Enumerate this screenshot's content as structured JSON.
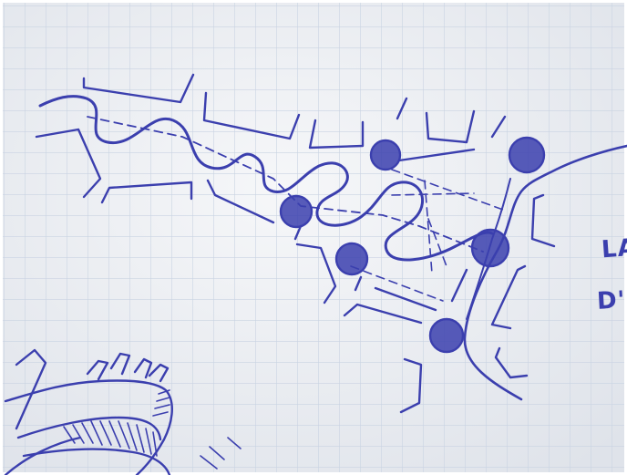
{
  "photo": {
    "subject": "hand-drawn-urban-sketch",
    "paper": "grid-paper",
    "ink_color": "#3b3fae",
    "paper_color": "#eef0f3",
    "grid_color": "#c8d3e3"
  },
  "margin_text": {
    "line1": "LA",
    "line2": "D'"
  },
  "icons": {
    "node": "filled-circle",
    "river": "wavy-line",
    "path": "dashed-line"
  }
}
